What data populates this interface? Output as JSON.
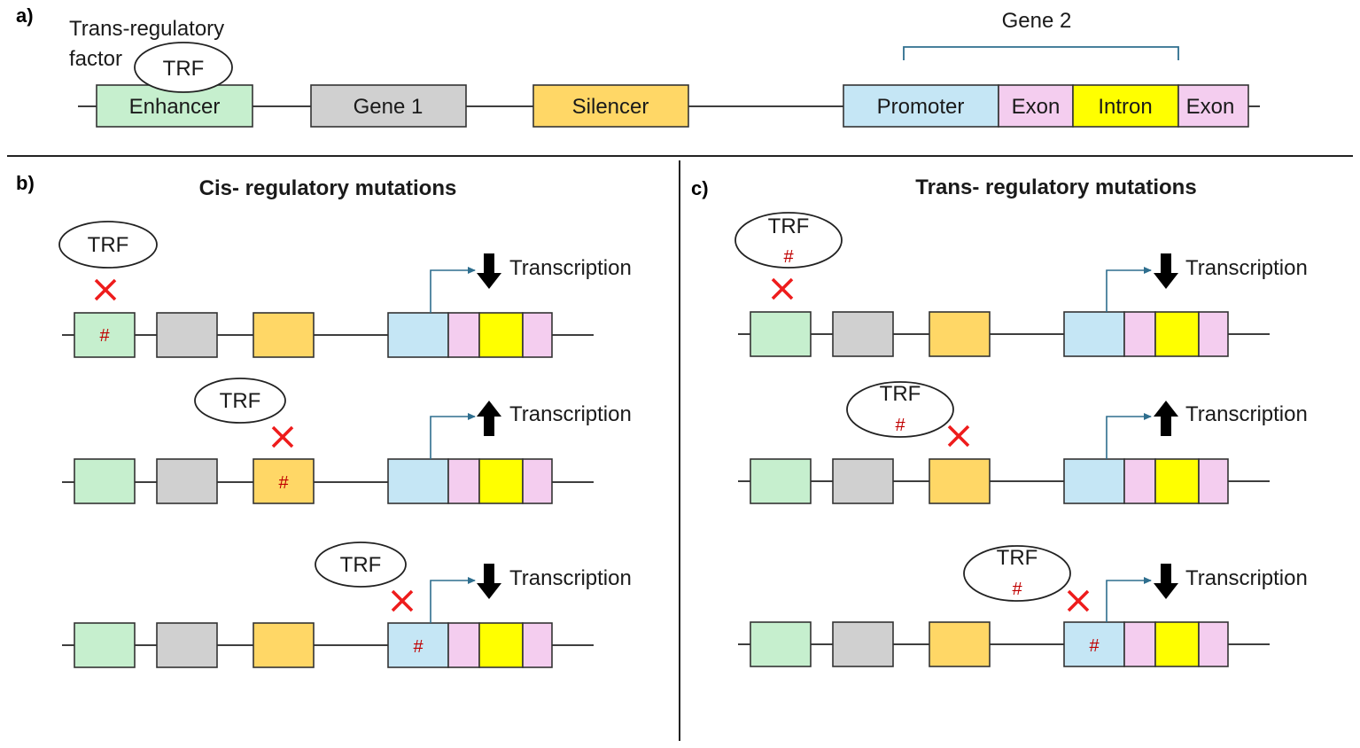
{
  "panel_a": {
    "letter": "a)",
    "trf_caption_line1": "Trans-regulatory",
    "trf_caption_line2": "factor",
    "trf": "TRF",
    "gene2_label": "Gene 2",
    "elements": {
      "enhancer": "Enhancer",
      "gene1": "Gene 1",
      "silencer": "Silencer",
      "promoter": "Promoter",
      "exon1": "Exon",
      "intron": "Intron",
      "exon2": "Exon"
    }
  },
  "panel_b": {
    "letter": "b)",
    "title": "Cis- regulatory mutations",
    "rows": [
      {
        "trf": "TRF",
        "mutation_mark": "#",
        "transcription": "Transcription",
        "effect": "down"
      },
      {
        "trf": "TRF",
        "mutation_mark": "#",
        "transcription": "Transcription",
        "effect": "up"
      },
      {
        "trf": "TRF",
        "mutation_mark": "#",
        "transcription": "Transcription",
        "effect": "down"
      }
    ]
  },
  "panel_c": {
    "letter": "c)",
    "title": "Trans- regulatory mutations",
    "rows": [
      {
        "trf": "TRF",
        "trf_mutation_mark": "#",
        "transcription": "Transcription",
        "effect": "down"
      },
      {
        "trf": "TRF",
        "trf_mutation_mark": "#",
        "transcription": "Transcription",
        "effect": "up"
      },
      {
        "trf": "TRF",
        "trf_mutation_mark": "#",
        "mutation_mark": "#",
        "transcription": "Transcription",
        "effect": "down"
      }
    ]
  },
  "colors": {
    "enhancer": "#c6efce",
    "gene1": "#d0d0d0",
    "silencer": "#ffd766",
    "promoter": "#c5e6f5",
    "exon": "#f4cdef",
    "intron": "#ffff00",
    "cross": "#ee1c1c",
    "hash": "#c00000",
    "tss_arrow": "#2e6e8e",
    "bracket": "#2e6e8e"
  }
}
